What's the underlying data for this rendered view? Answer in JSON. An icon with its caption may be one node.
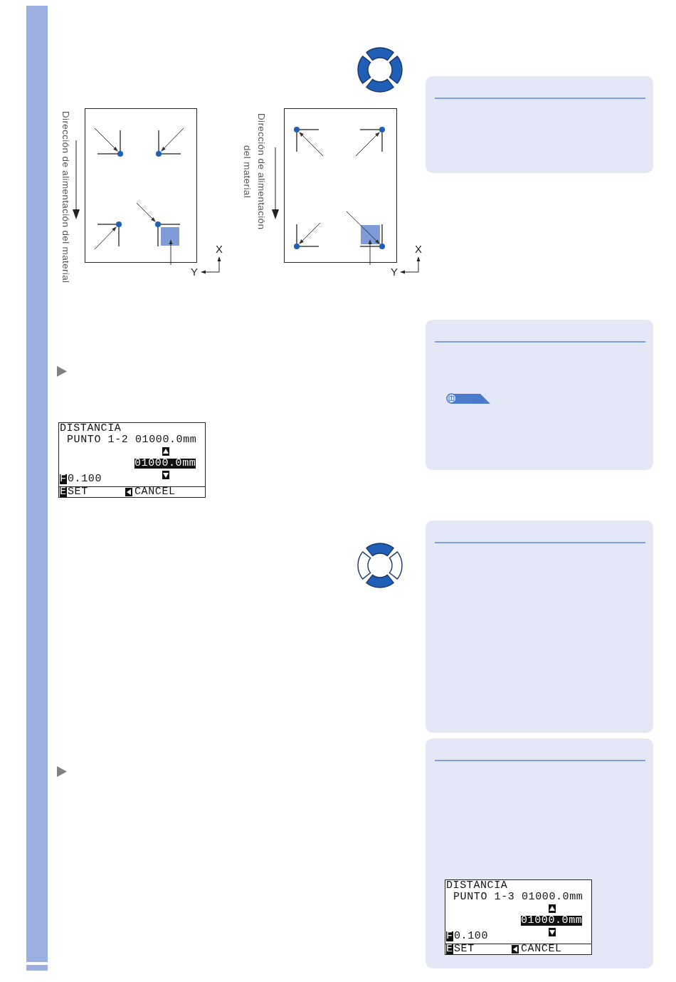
{
  "diagram": {
    "nodes": [
      {
        "text": [
          "DISTANCIA",
          "PUNTO 1-2 01000.0mm",
          "01000.0mm",
          "F",
          "0.100",
          "E",
          "SET",
          "CANCEL"
        ]
      },
      {
        "text": [
          "DISTANCIA",
          "PUNTO 1-3 01000.0mm",
          "01000.0mm",
          "F",
          "0.100",
          "E",
          "SET",
          "CANCEL"
        ]
      }
    ],
    "labels": [
      "Dirección de alimentación del material",
      "X",
      "Y",
      "Dirección de alimentación del material",
      "X",
      "Y"
    ]
  }
}
